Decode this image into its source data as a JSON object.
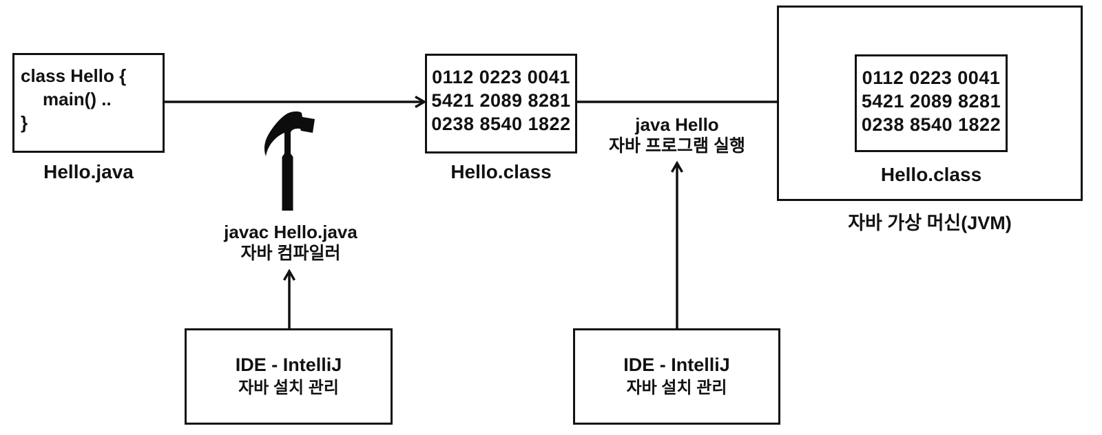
{
  "colors": {
    "ink": "#111111",
    "background": "#ffffff"
  },
  "source_box": {
    "code_line1": "class Hello {",
    "code_line2": "main() ..",
    "code_line3": "}",
    "label": "Hello.java"
  },
  "compile_step": {
    "icon": "hammer",
    "command": "javac Hello.java",
    "description_ko": "자바 컴파일러"
  },
  "bytecode_box": {
    "line1": "0112 0223 0041",
    "line2": "5421 2089 8281",
    "line3": "0238 8540 1822",
    "label": "Hello.class"
  },
  "run_step": {
    "command": "java Hello",
    "description_ko": "자바 프로그램 실행"
  },
  "jvm": {
    "bytecode_line1": "0112 0223 0041",
    "bytecode_line2": "5421 2089 8281",
    "bytecode_line3": "0238 8540 1822",
    "inner_label": "Hello.class",
    "label": "자바 가상 머신(JVM)"
  },
  "ide_left": {
    "title": "IDE - IntelliJ",
    "subtitle": "자바 설치 관리"
  },
  "ide_right": {
    "title": "IDE - IntelliJ",
    "subtitle": "자바 설치 관리"
  }
}
